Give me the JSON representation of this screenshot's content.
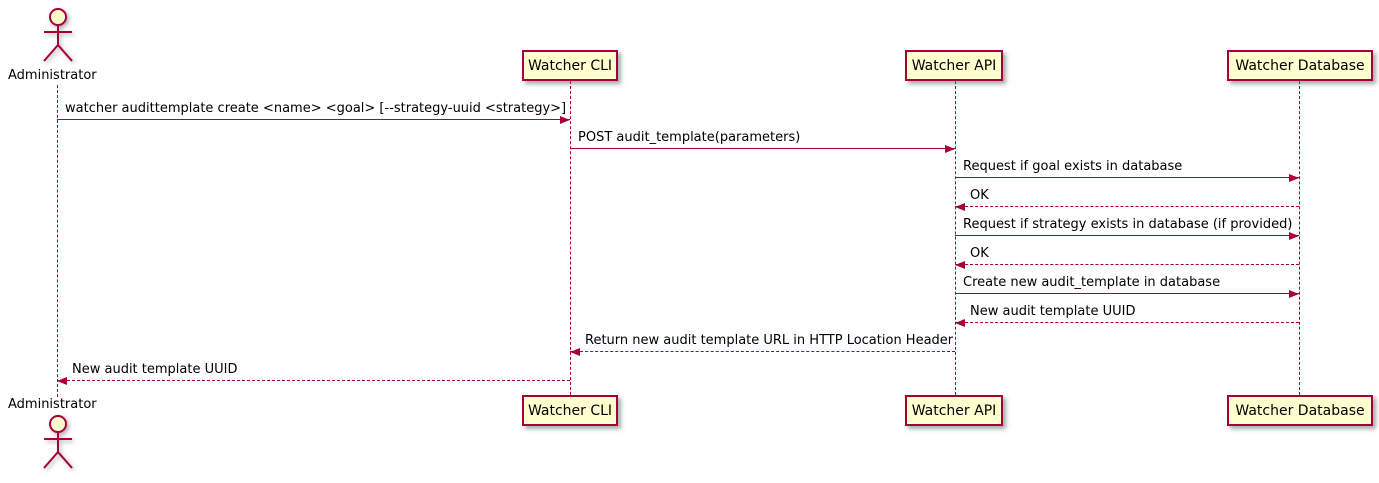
{
  "diagram": {
    "type": "sequence-diagram",
    "colors": {
      "line": "#A80036",
      "participant_fill": "#FEFECE",
      "text": "#000000",
      "background": "#FFFFFF"
    },
    "actor": {
      "name": "Administrator"
    },
    "participants": [
      {
        "label": "Watcher CLI"
      },
      {
        "label": "Watcher API"
      },
      {
        "label": "Watcher Database"
      }
    ],
    "messages": [
      {
        "from": "Administrator",
        "to": "Watcher CLI",
        "style": "solid",
        "text": "watcher audittemplate create <name> <goal> [--strategy-uuid <strategy>]"
      },
      {
        "from": "Watcher CLI",
        "to": "Watcher API",
        "style": "solid",
        "text": "POST audit_template(parameters)"
      },
      {
        "from": "Watcher API",
        "to": "Watcher Database",
        "style": "solid",
        "text": "Request if goal exists in database"
      },
      {
        "from": "Watcher Database",
        "to": "Watcher API",
        "style": "dashed",
        "text": "OK"
      },
      {
        "from": "Watcher API",
        "to": "Watcher Database",
        "style": "solid",
        "text": "Request if strategy exists in database (if provided)"
      },
      {
        "from": "Watcher Database",
        "to": "Watcher API",
        "style": "dashed",
        "text": "OK"
      },
      {
        "from": "Watcher API",
        "to": "Watcher Database",
        "style": "solid",
        "text": "Create new audit_template in database"
      },
      {
        "from": "Watcher Database",
        "to": "Watcher API",
        "style": "dashed",
        "text": "New audit template UUID"
      },
      {
        "from": "Watcher API",
        "to": "Watcher CLI",
        "style": "dashed",
        "text": "Return new audit template URL in HTTP Location Header"
      },
      {
        "from": "Watcher CLI",
        "to": "Administrator",
        "style": "dashed",
        "text": "New audit template UUID"
      }
    ]
  }
}
